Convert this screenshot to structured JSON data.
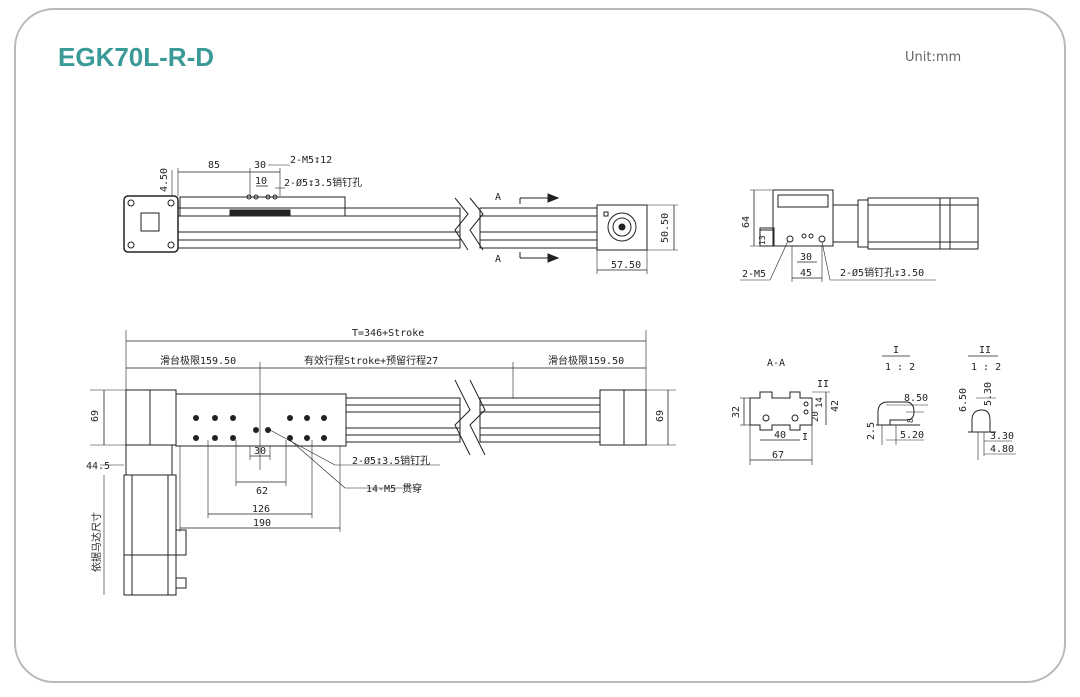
{
  "title": "EGK70L-R-D",
  "unit": "Unit:mm",
  "colors": {
    "title": "#3a9a98",
    "line": "#222222",
    "border": "#b9b9b9"
  },
  "top_view": {
    "dim_85": "85",
    "dim_30": "30",
    "dim_10": "10",
    "dim_450": "4.50",
    "m5_note": "2-M5↧12",
    "pin_note": "2-Ø5↧3.5销钉孔",
    "section_a_top": "A",
    "section_a_bottom": "A",
    "dim_5050": "50.50",
    "dim_5750": "57.50"
  },
  "end_view": {
    "dim_64": "64",
    "dim_13": "13",
    "dim_30": "30",
    "dim_45": "45",
    "m5_label": "2-M5",
    "pin_label": "2-Ø5销钉孔↧3.50"
  },
  "front_view": {
    "total": "T=346+Stroke",
    "limit_left": "滑台极限159.50",
    "stroke": "有效行程Stroke+预留行程27",
    "limit_right": "滑台极限159.50",
    "dim_69_left": "69",
    "dim_69_right": "69",
    "dim_445": "44.5",
    "pin_note": "2-Ø5↧3.5销钉孔",
    "m5_note": "14-M5 贯穿",
    "dim_30": "30",
    "dim_62": "62",
    "dim_126": "126",
    "dim_190": "190",
    "motor_note": "依据马达尺寸"
  },
  "section_aa": {
    "label": "A-A",
    "marker_ii": "II",
    "marker_i": "I",
    "dim_32": "32",
    "dim_40": "40",
    "dim_67": "67",
    "dim_20": "20",
    "dim_14": "14",
    "dim_42": "42"
  },
  "detail_i": {
    "label": "I",
    "scale": "1 : 2",
    "dim_850": "8.50",
    "dim_8": "8",
    "dim_25": "2.5",
    "dim_520": "5.20"
  },
  "detail_ii": {
    "label": "II",
    "scale": "1 : 2",
    "dim_650": "6.50",
    "dim_530": "5.30",
    "dim_330": "3.30",
    "dim_480": "4.80"
  }
}
